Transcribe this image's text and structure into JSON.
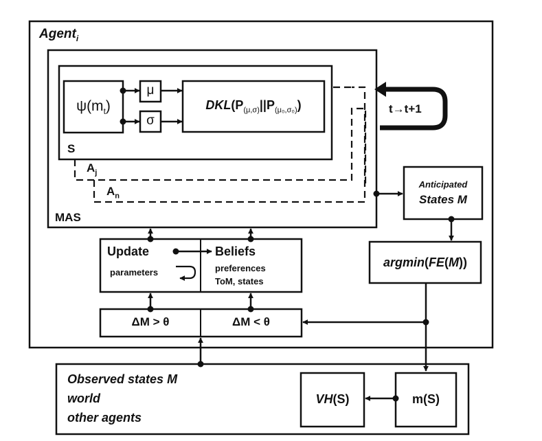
{
  "agent": {
    "title": "Agent",
    "subscript": "i"
  },
  "inner": {
    "psi": {
      "main": "ψ(m",
      "sub": "t",
      "close": ")"
    },
    "mu": "μ",
    "sigma": "σ",
    "dkl": {
      "name": "DKL",
      "open": "(P",
      "sub1": "(μ,σ)",
      "sep": "||P",
      "sub2": "(μ₀,σ₀)",
      "close": ")"
    },
    "s_label": "S",
    "a_j": {
      "main": "A",
      "sub": "j"
    },
    "a_n": {
      "main": "A",
      "sub": "n"
    },
    "mas_label": "MAS"
  },
  "loop": {
    "label": "t→t+1"
  },
  "anticipated": {
    "line1": "Anticipated",
    "line2": "States M"
  },
  "argmin": {
    "fn": "argmin",
    "open": "(",
    "arg_fn": "FE",
    "arg_open": "(",
    "arg": "M",
    "close": "))"
  },
  "update": {
    "title": "Update",
    "sub": "parameters"
  },
  "beliefs": {
    "title": "Beliefs",
    "line1": "preferences",
    "line2": "ToM, states"
  },
  "thresholds": {
    "greater": "ΔM > θ",
    "less": "ΔM < θ"
  },
  "world": {
    "line1": "Observed states M",
    "line2": "world",
    "line3": "other agents",
    "vh": {
      "name": "VH",
      "arg": "(S)"
    },
    "ms": "m(S)"
  },
  "colors": {
    "stroke": "#111111",
    "background": "#ffffff"
  }
}
